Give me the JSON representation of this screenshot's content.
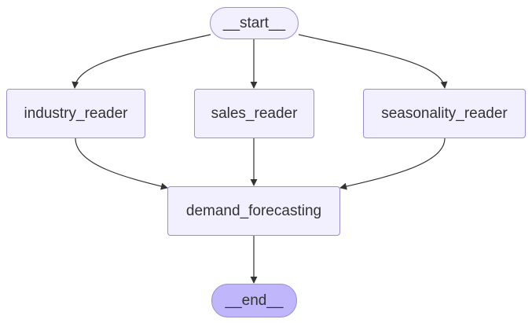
{
  "nodes": {
    "start": "__start__",
    "industry_reader": "industry_reader",
    "sales_reader": "sales_reader",
    "seasonality_reader": "seasonality_reader",
    "demand_forecasting": "demand_forecasting",
    "end": "__end__"
  },
  "edges": [
    {
      "from": "start",
      "to": "industry_reader"
    },
    {
      "from": "start",
      "to": "sales_reader"
    },
    {
      "from": "start",
      "to": "seasonality_reader"
    },
    {
      "from": "industry_reader",
      "to": "demand_forecasting"
    },
    {
      "from": "sales_reader",
      "to": "demand_forecasting"
    },
    {
      "from": "seasonality_reader",
      "to": "demand_forecasting"
    },
    {
      "from": "demand_forecasting",
      "to": "end"
    }
  ],
  "colors": {
    "node_fill": "#f2f0ff",
    "node_border": "#9b8fd6",
    "end_fill": "#bfb6fc",
    "edge": "#333333",
    "text": "#333333"
  }
}
